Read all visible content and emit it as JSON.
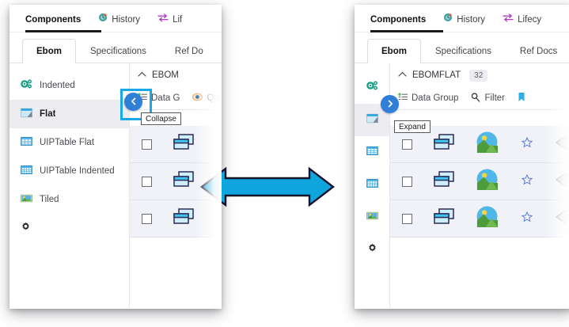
{
  "page": {
    "accent_cyan": "#19a9e6",
    "accent_blue": "#2f7fd8",
    "arrow_fill": "#0fa6e0",
    "arrow_stroke": "#14142b"
  },
  "left_panel": {
    "top_tabs": [
      {
        "label": "Components",
        "icon": "none",
        "active": true
      },
      {
        "label": "History",
        "icon": "history-icon",
        "active": false
      },
      {
        "label": "Lif",
        "icon": "lifecycle-icon",
        "active": false
      }
    ],
    "sub_tabs": [
      {
        "label": "Ebom",
        "active": true
      },
      {
        "label": "Specifications",
        "active": false
      },
      {
        "label": "Ref Do",
        "active": false
      }
    ],
    "sidebar": {
      "items": [
        {
          "label": "Indented",
          "icon": "indented-gears-icon",
          "selected": false
        },
        {
          "label": "Flat",
          "icon": "flat-view-icon",
          "selected": true
        },
        {
          "label": "UIPTable Flat",
          "icon": "uiptable-flat-icon",
          "selected": false
        },
        {
          "label": "UIPTable Indented",
          "icon": "uiptable-indented-icon",
          "selected": false
        },
        {
          "label": "Tiled",
          "icon": "tiled-icon",
          "selected": false
        },
        {
          "label": "",
          "icon": "gear-icon",
          "selected": false
        }
      ]
    },
    "content": {
      "section_title": "EBOM",
      "toolbar": [
        {
          "label": "Data G",
          "icon": "data-group-icon"
        },
        {
          "label": "Quick V",
          "icon": "quick-view-icon"
        }
      ],
      "rows": 3
    },
    "collapse_button": {
      "tooltip": "Collapse",
      "icon": "chevron-left-icon"
    }
  },
  "right_panel": {
    "top_tabs": [
      {
        "label": "Components",
        "icon": "none",
        "active": true
      },
      {
        "label": "History",
        "icon": "history-icon",
        "active": false
      },
      {
        "label": "Lifecy",
        "icon": "lifecycle-icon",
        "active": false
      }
    ],
    "sub_tabs": [
      {
        "label": "Ebom",
        "active": true
      },
      {
        "label": "Specifications",
        "active": false
      },
      {
        "label": "Ref Docs",
        "active": false
      }
    ],
    "rail": {
      "items": [
        {
          "icon": "indented-gears-icon",
          "selected": false
        },
        {
          "icon": "flat-view-icon",
          "selected": true
        },
        {
          "icon": "uiptable-flat-icon",
          "selected": false
        },
        {
          "icon": "uiptable-indented-icon",
          "selected": false
        },
        {
          "icon": "tiled-icon",
          "selected": false
        },
        {
          "icon": "gear-icon",
          "selected": false
        }
      ]
    },
    "content": {
      "section_title": "EBOMFLAT",
      "section_count": "32",
      "toolbar": [
        {
          "label": "Data Group",
          "icon": "data-group-icon"
        },
        {
          "label": "Filter",
          "icon": "filter-search-icon"
        }
      ],
      "rows": 3
    },
    "expand_button": {
      "tooltip": "Expand",
      "icon": "chevron-right-icon"
    }
  },
  "center": {
    "arrow": "double-headed-arrow"
  }
}
